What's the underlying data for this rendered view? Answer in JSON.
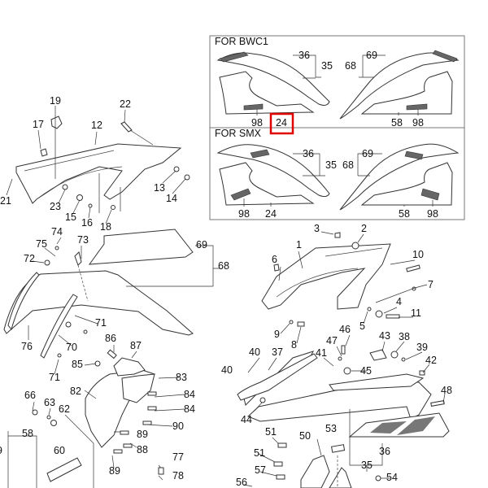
{
  "inset": {
    "bwc1": {
      "title": "FOR BWC1",
      "labels": {
        "l36": "36",
        "l35": "35",
        "l69": "69",
        "l68": "68",
        "l98a": "98",
        "l24": "24",
        "l58": "58",
        "l98b": "98"
      }
    },
    "smx": {
      "title": "FOR SMX",
      "labels": {
        "l36": "36",
        "l35": "35",
        "l69": "69",
        "l68": "68",
        "l98a": "98",
        "l24": "24",
        "l58": "58",
        "l98b": "98"
      }
    },
    "highlight_color": "#e00000"
  },
  "main_labels": {
    "p19": "19",
    "p17": "17",
    "p12": "12",
    "p22": "22",
    "p13": "13",
    "p14": "14",
    "p21": "21",
    "p23": "23",
    "p15": "15",
    "p16": "16",
    "p18": "18",
    "p74": "74",
    "p75": "75",
    "p73": "73",
    "p72": "72",
    "p69": "69",
    "p68": "68",
    "p71a": "71",
    "p76": "76",
    "p70": "70",
    "p71b": "71",
    "p86": "86",
    "p87": "87",
    "p85": "85",
    "p83": "83",
    "p82": "82",
    "p84a": "84",
    "p84b": "84",
    "p90": "90",
    "p66": "66",
    "p63": "63",
    "p62": "62",
    "p58": "58",
    "p60": "60",
    "p59": "9",
    "p89a": "89",
    "p88": "88",
    "p89b": "89",
    "p77": "77",
    "p78": "78",
    "p40a": "40",
    "p3": "3",
    "p2": "2",
    "p1": "1",
    "p10": "10",
    "p6": "6",
    "p7": "7",
    "p4": "4",
    "p11": "11",
    "p5": "5",
    "p9": "9",
    "p8": "8",
    "p46": "46",
    "p47": "47",
    "p43": "43",
    "p38": "38",
    "p39": "39",
    "p40b": "40",
    "p37": "37",
    "p41": "41",
    "p45": "45",
    "p42": "42",
    "p48": "48",
    "p44": "44",
    "p51a": "51",
    "p50": "50",
    "p53": "53",
    "p36": "36",
    "p51b": "51",
    "p57": "57",
    "p35": "35",
    "p54": "54",
    "p56": "56"
  }
}
